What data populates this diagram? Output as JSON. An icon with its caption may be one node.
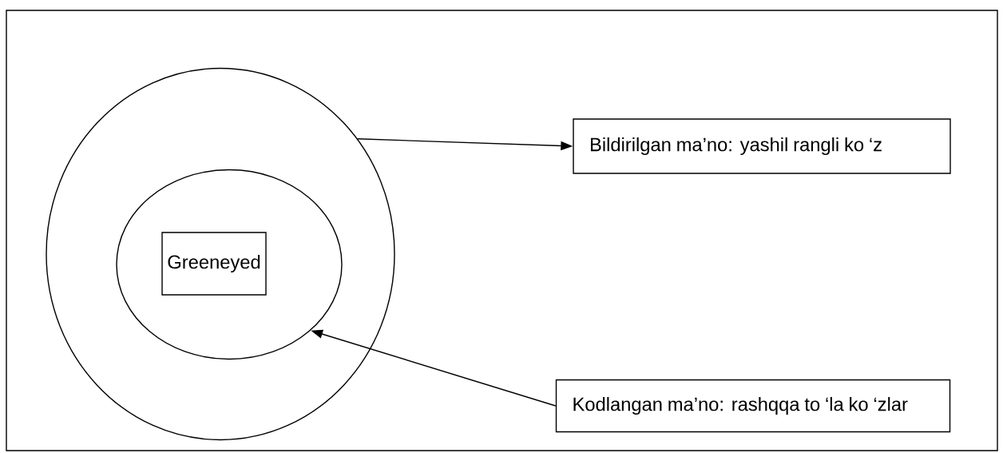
{
  "diagram": {
    "nodes": [
      {
        "text": [],
        "shape": "circle"
      },
      {
        "text": [],
        "shape": "circle",
        "in": 0
      },
      {
        "text": [
          "Greeneyed"
        ],
        "in": 1
      },
      {
        "text": [
          "Bildirilgan ma’no: yashil rangli ko ‘z"
        ]
      },
      {
        "text": [
          "Kodlangan ma’no:  rashqqa to ‘la ko ‘zlar"
        ]
      }
    ],
    "edges": [
      {
        "from": 0,
        "to": 3,
        "arrow": "to"
      },
      {
        "from": 4,
        "to": 1,
        "arrow": "to"
      }
    ]
  }
}
